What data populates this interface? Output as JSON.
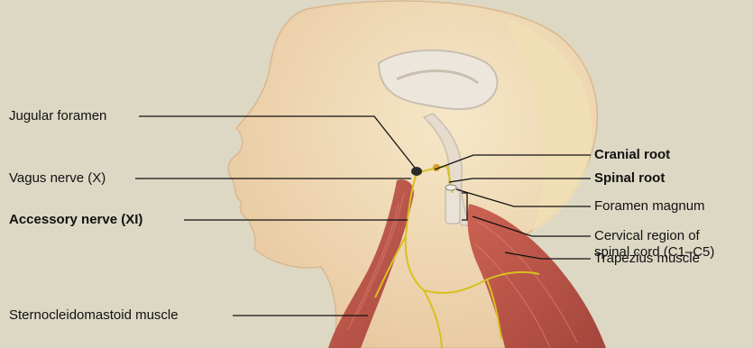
{
  "labels": {
    "jugular_foramen": "Jugular foramen",
    "vagus_nerve": "Vagus nerve (X)",
    "accessory_nerve": "Accessory nerve (XI)",
    "sternocleidomastoid": "Sternocleidomastoid muscle",
    "cranial_root": "Cranial root",
    "spinal_root": "Spinal root",
    "foramen_magnum": "Foramen magnum",
    "cervical_line1": "Cervical region of",
    "cervical_line2": "spinal cord (C1–C5)",
    "trapezius": "Trapezius muscle"
  },
  "colors": {
    "background": "#ddd8c4",
    "skin": "#f1ddb6",
    "muscle": "#b8493f",
    "nerve": "#d8c020",
    "leader": "#111111"
  }
}
